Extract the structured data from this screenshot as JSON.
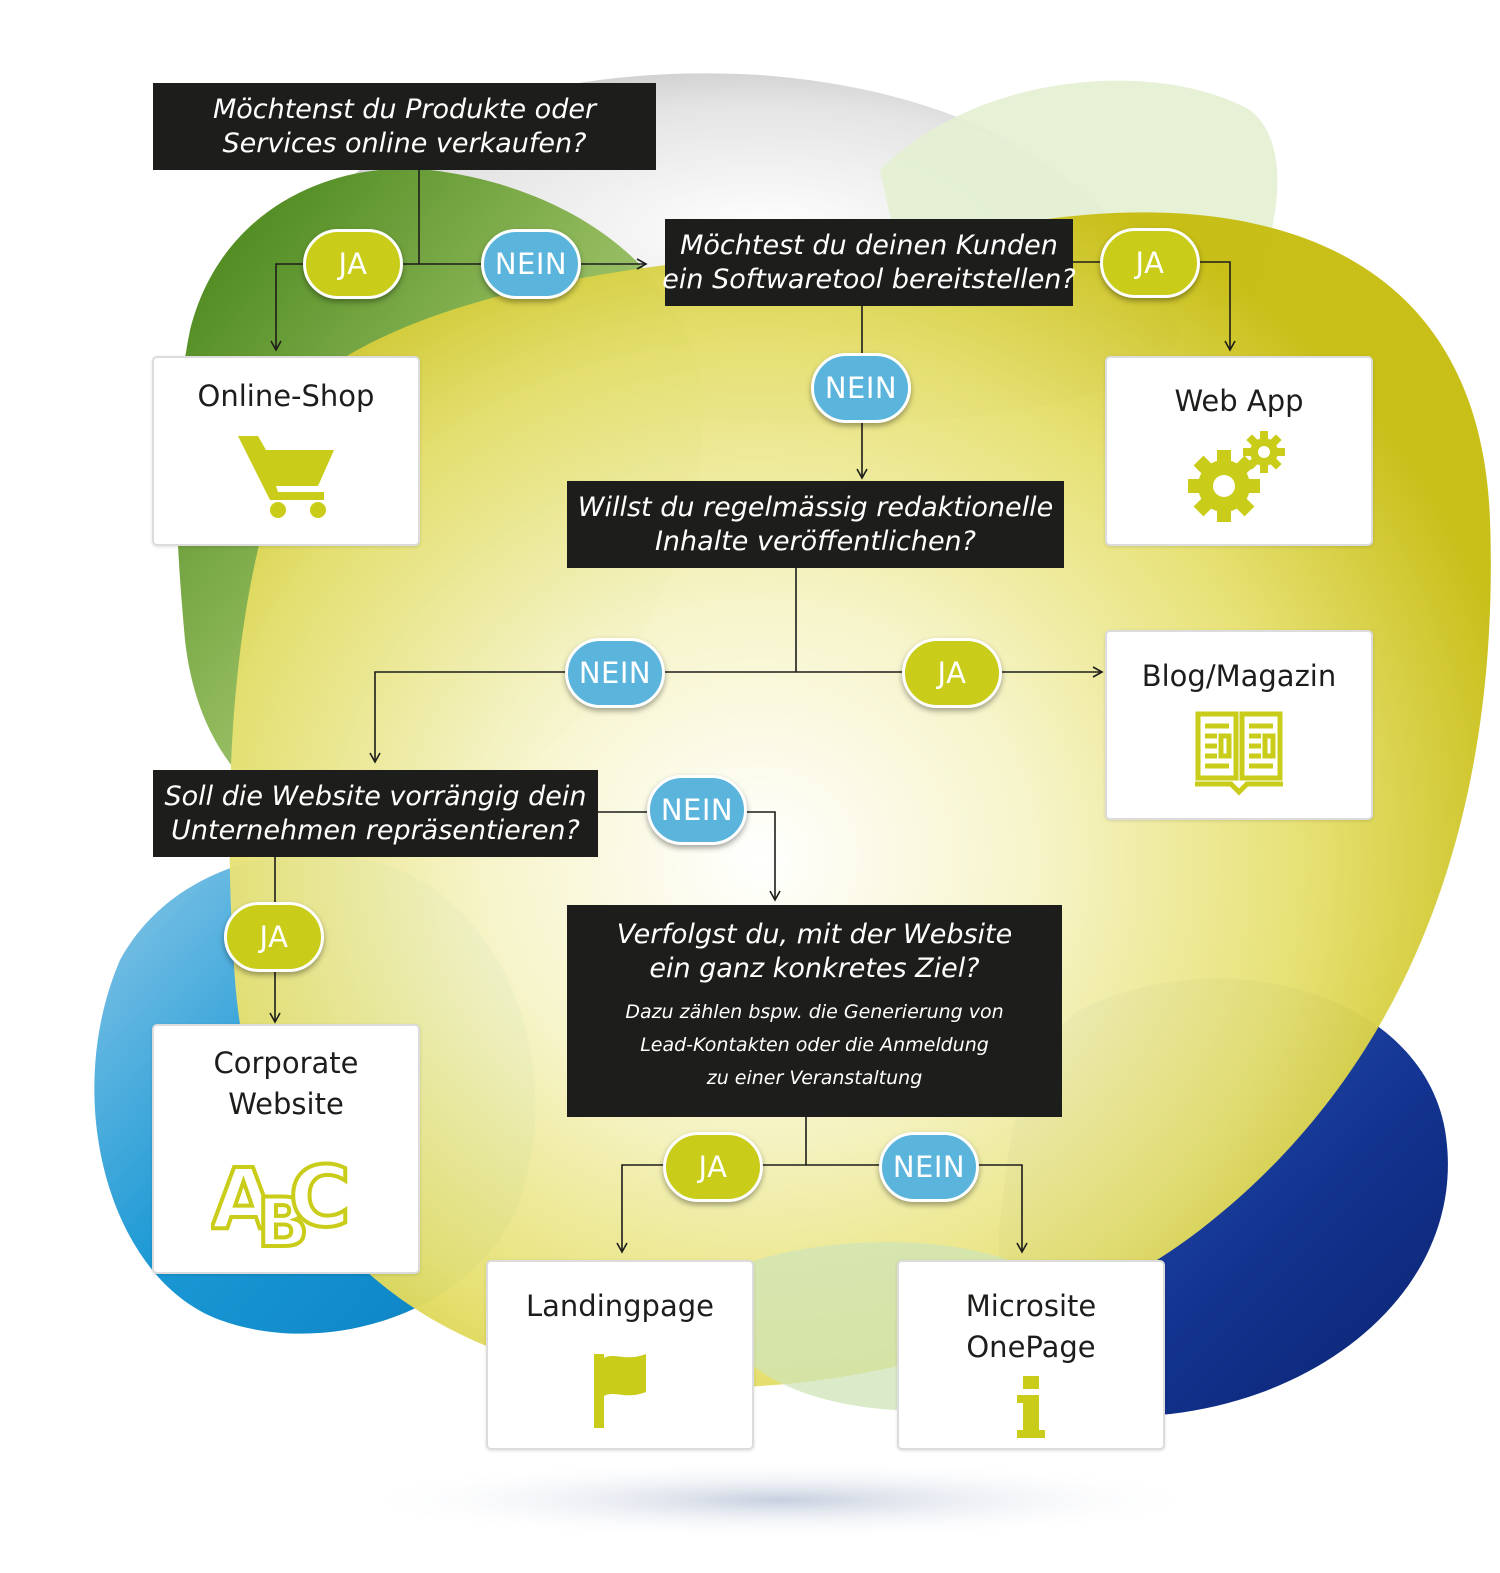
{
  "questions": {
    "q1": [
      "Möchtenst du Produkte oder",
      "Services online verkaufen?"
    ],
    "q2": [
      "Möchtest du deinen Kunden",
      "ein Softwaretool bereitstellen?"
    ],
    "q3": [
      "Willst du regelmässig redaktionelle",
      "Inhalte veröffentlichen?"
    ],
    "q4": [
      "Soll die Website vorrängig dein",
      "Unternehmen repräsentieren?"
    ],
    "q5": [
      "Verfolgst du, mit der Website",
      "ein ganz konkretes Ziel?"
    ],
    "q5_note": [
      "Dazu zählen bspw. die Generierung von",
      "Lead-Kontakten oder die Anmeldung",
      "zu einer Veranstaltung"
    ]
  },
  "answers": {
    "yes": "JA",
    "no": "NEIN"
  },
  "results": {
    "online_shop": {
      "title": [
        "Online-Shop"
      ],
      "icon": "shopping-cart-icon"
    },
    "web_app": {
      "title": [
        "Web App"
      ],
      "icon": "gears-icon"
    },
    "blog": {
      "title": [
        "Blog/Magazin"
      ],
      "icon": "open-book-icon"
    },
    "corporate": {
      "title": [
        "Corporate",
        "Website"
      ],
      "icon": "abc-letters-icon"
    },
    "landingpage": {
      "title": [
        "Landingpage"
      ],
      "icon": "flag-icon"
    },
    "microsite": {
      "title": [
        "Microsite",
        "OnePage"
      ],
      "icon": "info-icon"
    }
  },
  "colors": {
    "question_bg": "#1d1d1b",
    "yes_pill": "#c9cc18",
    "no_pill": "#5ab4dc",
    "icon_lime": "#c9cc18",
    "blob_green": "#4a8a1e",
    "blob_yellow": "#cfc420",
    "blob_blue": "#0a8fd0",
    "blob_navy": "#102a7a"
  }
}
